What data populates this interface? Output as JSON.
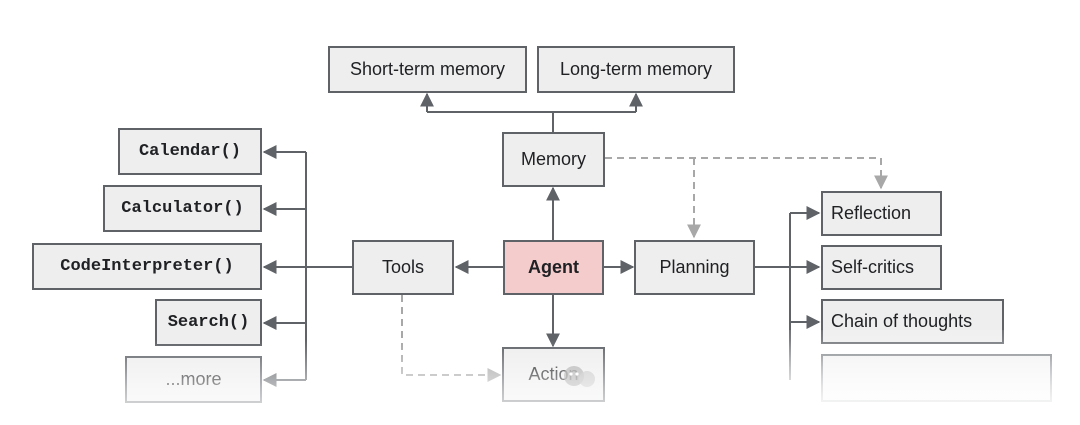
{
  "nodes": {
    "short_term_memory": "Short-term memory",
    "long_term_memory": "Long-term memory",
    "memory": "Memory",
    "agent": "Agent",
    "tools": "Tools",
    "planning": "Planning",
    "action": "Action",
    "calendar": "Calendar()",
    "calculator": "Calculator()",
    "code_interpreter": "CodeInterpreter()",
    "search": "Search()",
    "more": "...more",
    "reflection": "Reflection",
    "self_critics": "Self-critics",
    "chain_of_thoughts": "Chain of thoughts"
  },
  "colors": {
    "agent_fill": "#f4cccc",
    "box_fill": "#eeeeee",
    "border": "#5f6368",
    "solid_arrow": "#5f6368",
    "dashed_arrow": "#a8a8a8"
  }
}
